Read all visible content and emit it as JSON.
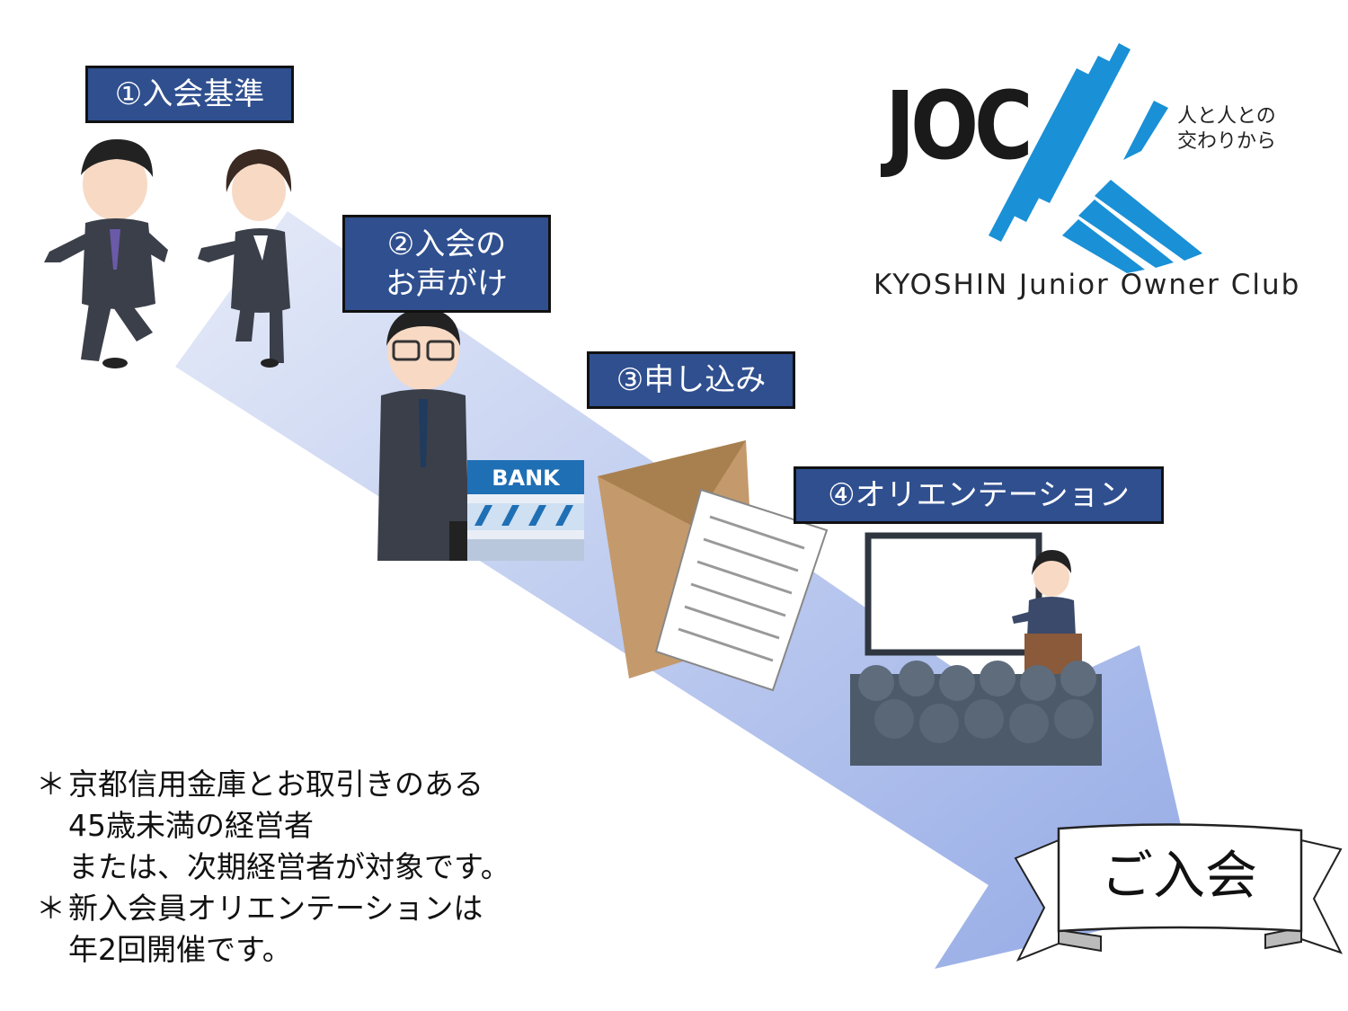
{
  "steps": [
    {
      "label": "①入会基準"
    },
    {
      "label_lines": [
        "②入会の",
        "お声がけ"
      ]
    },
    {
      "label": "③申し込み"
    },
    {
      "label": "④オリエンテーション"
    }
  ],
  "goal": {
    "label": "ご入会"
  },
  "logo": {
    "abbr": "JOC",
    "tagline_lines": [
      "人と人との",
      "交わりから"
    ],
    "name": "KYOSHIN Junior Owner Club"
  },
  "bank_sign": "BANK",
  "notes": [
    {
      "mark": "＊",
      "lines": [
        "京都信用金庫とお取引きのある",
        "45歳未満の経営者",
        "または、次期経営者が対象です。"
      ]
    },
    {
      "mark": "＊",
      "lines": [
        "新入会員オリエンテーションは",
        "年2回開催です。"
      ]
    }
  ],
  "colors": {
    "label_bg": "#2f4f8f",
    "arrow_light": "#e4e9f7",
    "arrow_dark": "#98aee8",
    "logo_stripe": "#1a90d6"
  }
}
